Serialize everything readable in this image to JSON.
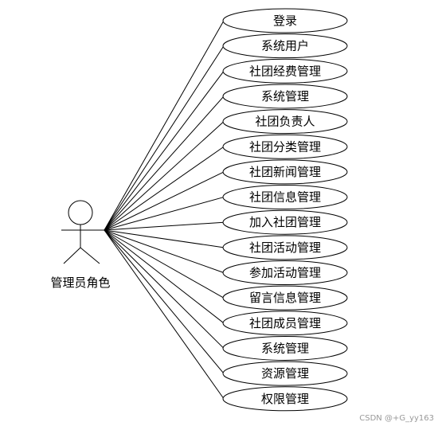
{
  "actor": {
    "name": "管理员角色"
  },
  "use_cases": [
    "登录",
    "系统用户",
    "社团经费管理",
    "系统管理",
    "社团负责人",
    "社团分类管理",
    "社团新闻管理",
    "社团信息管理",
    "加入社团管理",
    "社团活动管理",
    "参加活动管理",
    "留言信息管理",
    "社团成员管理",
    "系统管理",
    "资源管理",
    "权限管理"
  ],
  "watermark": "CSDN @+G_yy163"
}
